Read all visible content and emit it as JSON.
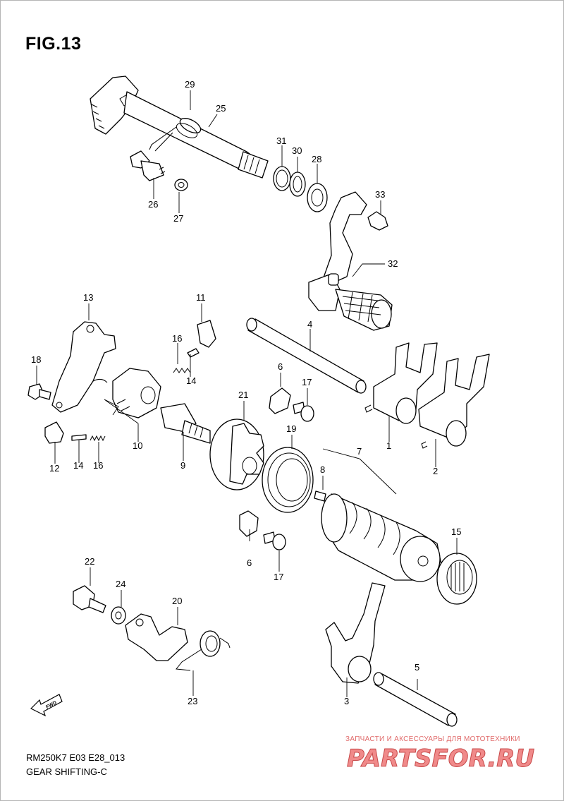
{
  "figure": {
    "title": "FIG.13",
    "model_code": "RM250K7 E03 E28_013",
    "section_name": "GEAR SHIFTING-C"
  },
  "fwd_label": "FWD",
  "watermark": {
    "caption": "ЗАПЧАСТИ И АКСЕССУАРЫ ДЛЯ МОТОТЕХНИКИ",
    "brand": "PARTSFOR.RU",
    "color": "#e06a6a"
  },
  "callouts": {
    "p1": "1",
    "p2": "2",
    "p3": "3",
    "p4": "4",
    "p5": "5",
    "p6a": "6",
    "p6b": "6",
    "p7": "7",
    "p8": "8",
    "p9": "9",
    "p10": "10",
    "p11": "11",
    "p12": "12",
    "p13": "13",
    "p14a": "14",
    "p14b": "14",
    "p15": "15",
    "p16a": "16",
    "p16b": "16",
    "p17a": "17",
    "p17b": "17",
    "p18": "18",
    "p19": "19",
    "p20": "20",
    "p21": "21",
    "p22": "22",
    "p23": "23",
    "p24": "24",
    "p25": "25",
    "p26": "26",
    "p27": "27",
    "p28": "28",
    "p29": "29",
    "p30": "30",
    "p31": "31",
    "p32": "32",
    "p33": "33"
  }
}
